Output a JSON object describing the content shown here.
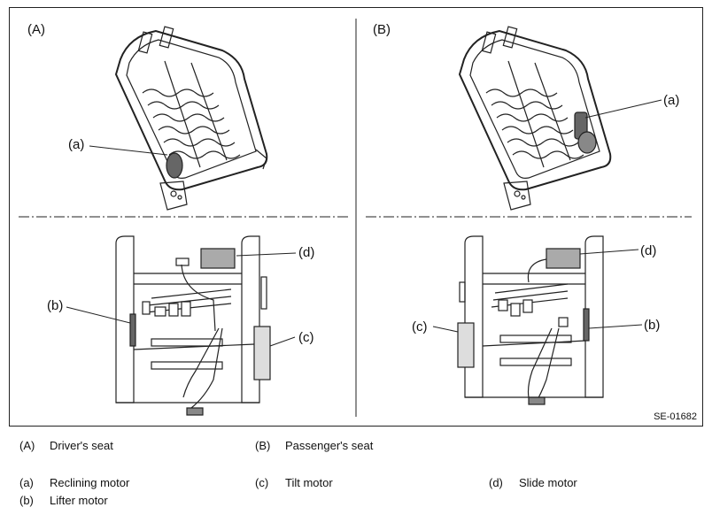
{
  "figure": {
    "code": "SE-01682",
    "panels": [
      {
        "label": "(A)"
      },
      {
        "label": "(B)"
      }
    ],
    "callouts": {
      "A_a": "(a)",
      "A_b": "(b)",
      "A_c": "(c)",
      "A_d": "(d)",
      "B_a": "(a)",
      "B_b": "(b)",
      "B_c": "(c)",
      "B_d": "(d)"
    }
  },
  "legend": [
    {
      "key": "(A)",
      "text": "Driver's seat"
    },
    {
      "key": "(B)",
      "text": "Passenger's seat"
    },
    {
      "key": "(a)",
      "text": "Reclining motor"
    },
    {
      "key": "(c)",
      "text": "Tilt motor"
    },
    {
      "key": "(d)",
      "text": "Slide motor"
    },
    {
      "key": "(b)",
      "text": "Lifter motor"
    }
  ]
}
